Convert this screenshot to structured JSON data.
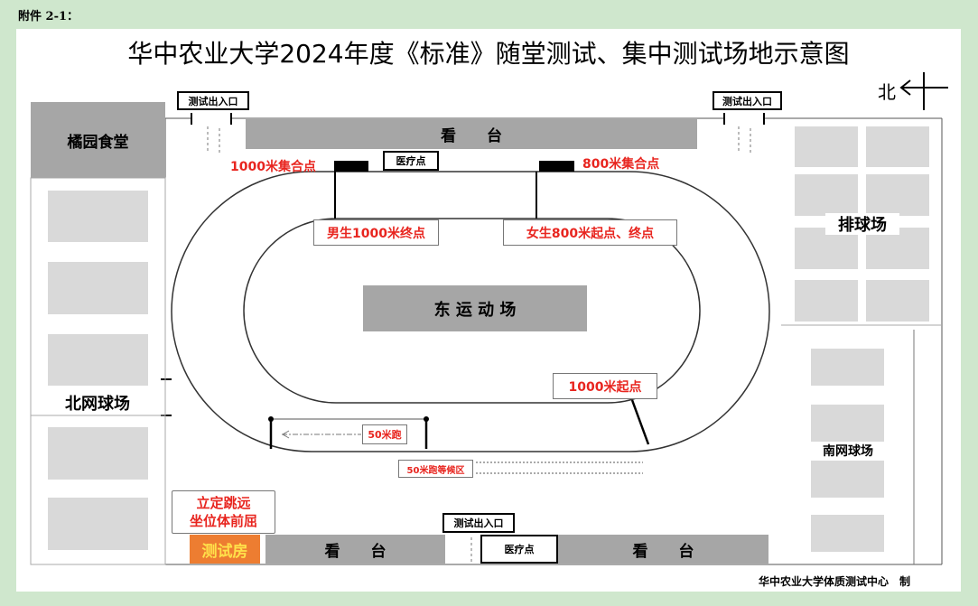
{
  "header": "附件 2-1：",
  "title": "华中农业大学2024年度《标准》随堂测试、集中测试场地示意图",
  "north": "北",
  "labels": {
    "canteen": "橘园食堂",
    "stand": "看　　台",
    "entrance": "测试出入口",
    "medical": "医疗点",
    "gather1000": "1000米集合点",
    "gather800": "800米集合点",
    "finish1000": "男生1000米终点",
    "start800": "女生800米起点、终点",
    "field": "东 运 动 场",
    "start1000": "1000米起点",
    "run50": "50米跑",
    "wait50": "50米跑等候区",
    "jump1": "立定跳远",
    "jump2": "坐位体前屈",
    "testroom": "测试房",
    "northTennis": "北网球场",
    "volleyball": "排球场",
    "southTennis": "南网球场",
    "credit": "华中农业大学体质测试中心　制"
  }
}
